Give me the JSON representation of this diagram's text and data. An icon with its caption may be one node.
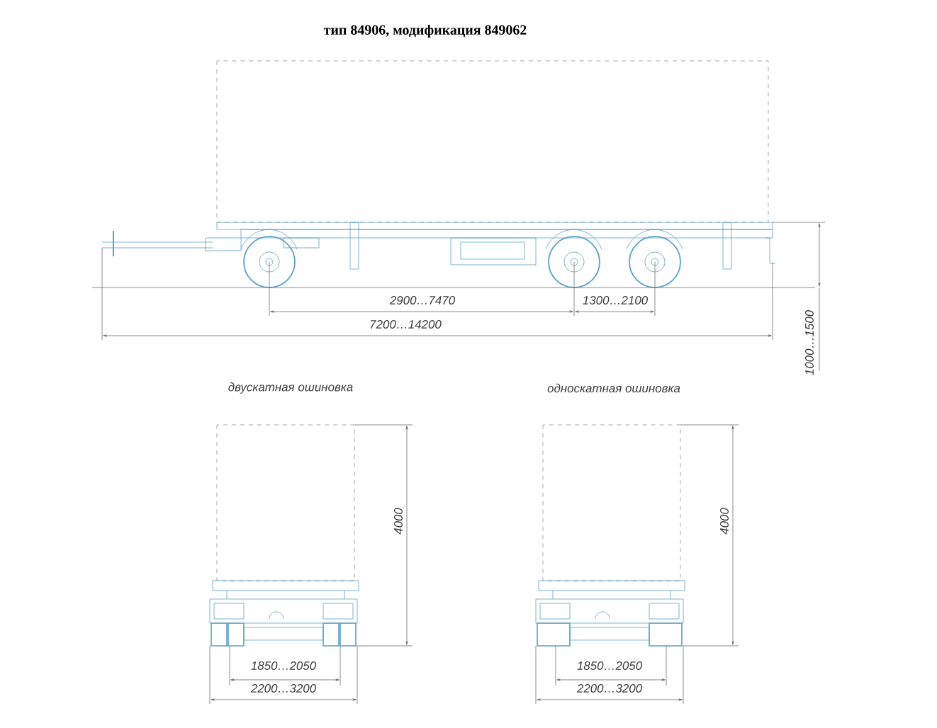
{
  "diagram": {
    "title": "тип 84906, модификация 849062",
    "labels": [
      "2900…7470",
      "1300…2100",
      "7200…14200",
      "1000…1500",
      "двускатная ошиновка",
      "односкатная ошиновка",
      "4000",
      "1850…2050",
      "2200…3200",
      "4000",
      "1850…2050",
      "2200…3200"
    ]
  }
}
